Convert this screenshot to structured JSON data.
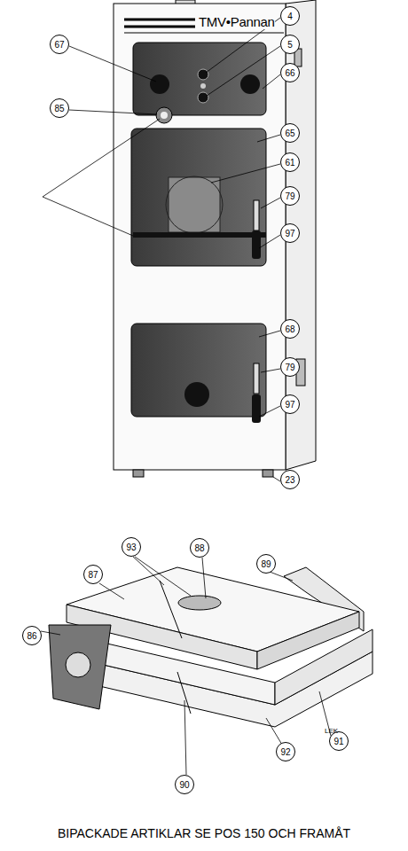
{
  "diagram": {
    "nodes": [
      {
        "text": [
          "67"
        ]
      },
      {
        "text": [
          "4"
        ]
      },
      {
        "text": [
          "5"
        ]
      },
      {
        "text": [
          "66"
        ]
      },
      {
        "text": [
          "85"
        ]
      },
      {
        "text": [
          "65"
        ]
      },
      {
        "text": [
          "61"
        ]
      },
      {
        "text": [
          "79"
        ]
      },
      {
        "text": [
          "97"
        ]
      },
      {
        "text": [
          "68"
        ]
      },
      {
        "text": [
          "79"
        ]
      },
      {
        "text": [
          "97"
        ]
      },
      {
        "text": [
          "23"
        ]
      },
      {
        "text": [
          "93"
        ]
      },
      {
        "text": [
          "88"
        ]
      },
      {
        "text": [
          "89"
        ]
      },
      {
        "text": [
          "87"
        ]
      },
      {
        "text": [
          "86"
        ]
      },
      {
        "text": [
          "91"
        ]
      },
      {
        "text": [
          "92"
        ]
      },
      {
        "text": [
          "90"
        ]
      }
    ],
    "labels": [
      "TMV•Pannan",
      "LEK",
      "BIPACKADE ARTIKLAR SE POS 150 OCH FRAMÅT"
    ]
  }
}
